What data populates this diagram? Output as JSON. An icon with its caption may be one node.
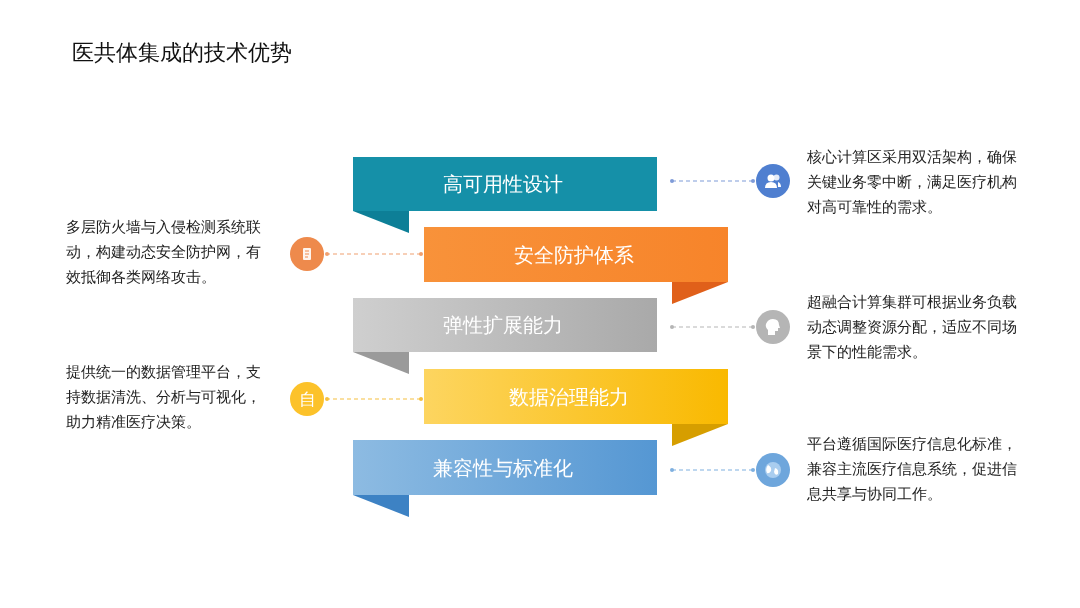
{
  "diagram": {
    "title": "医共体集成的技术优势",
    "nodes": [
      {
        "text": [
          "高可用性设计"
        ]
      },
      {
        "text": [
          "安全防护体系"
        ]
      },
      {
        "text": [
          "弹性扩展能力"
        ]
      },
      {
        "text": [
          "数据治理能力"
        ]
      },
      {
        "text": [
          "兼容性与标准化"
        ]
      },
      {
        "text": [],
        "shape": "circle",
        "beside": [
          "核心计算区采用双活架构，确保关键业务零中断，满足医疗机构对高可靠性的需求。"
        ]
      },
      {
        "text": [],
        "shape": "circle",
        "beside": [
          "多层防火墙与入侵检测系统联动，构建动态安全防护网，有效抵御各类网络攻击。"
        ]
      },
      {
        "text": [],
        "shape": "circle",
        "beside": [
          "超融合计算集群可根据业务负载动态调整资源分配，适应不同场景下的性能需求。"
        ]
      },
      {
        "text": [
          "自"
        ],
        "beside": [
          "提供统一的数据管理平台，支持数据清洗、分析与可视化，助力精准医疗决策。"
        ]
      },
      {
        "text": [],
        "shape": "circle",
        "beside": [
          "平台遵循国际医疗信息化标准，兼容主流医疗信息系统，促进信息共享与协同工作。"
        ]
      }
    ],
    "edges": [
      {
        "from": 0,
        "to": 5,
        "arrow": "other",
        "style": "dashed",
        "color": "#7f9bd8"
      },
      {
        "from": 1,
        "to": 6,
        "arrow": "other",
        "style": "dashed",
        "color": "#f0a070"
      },
      {
        "from": 2,
        "to": 7,
        "arrow": "other",
        "style": "dashed",
        "color": "#b5b5b5"
      },
      {
        "from": 3,
        "to": 8,
        "arrow": "other",
        "style": "dashed",
        "color": "#f5c040"
      },
      {
        "from": 4,
        "to": 9,
        "arrow": "other",
        "style": "dashed",
        "color": "#7fb0e0"
      }
    ]
  }
}
